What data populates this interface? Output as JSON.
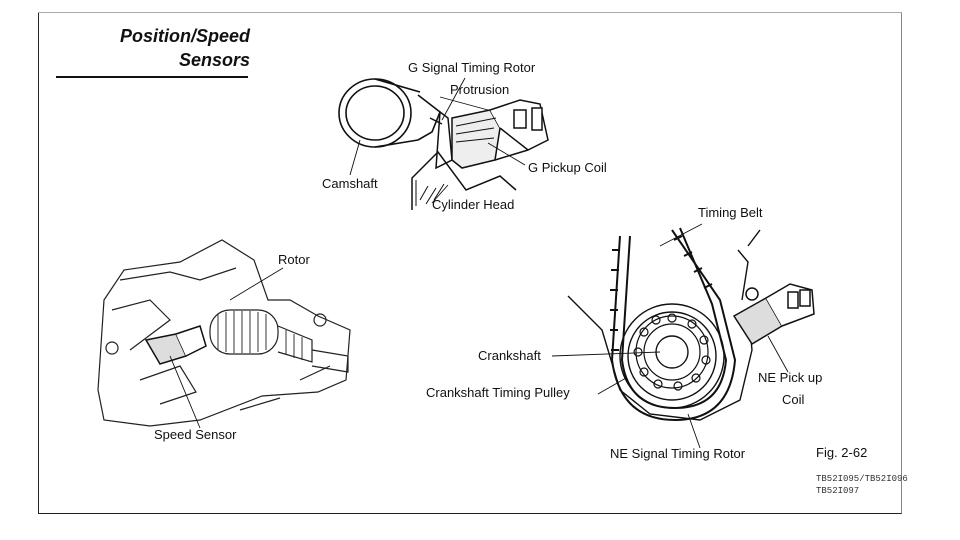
{
  "title": {
    "line1": "Position/Speed",
    "line2": "Sensors"
  },
  "labels": {
    "g_signal_timing_rotor": "G Signal Timing Rotor",
    "protrusion": "Protrusion",
    "g_pickup_coil": "G Pickup Coil",
    "camshaft": "Camshaft",
    "cylinder_head": "Cylinder Head",
    "rotor": "Rotor",
    "speed_sensor": "Speed Sensor",
    "timing_belt": "Timing Belt",
    "crankshaft": "Crankshaft",
    "crankshaft_timing_pulley": "Crankshaft Timing Pulley",
    "ne_pickup_coil_line1": "NE Pick up",
    "ne_pickup_coil_line2": "Coil",
    "ne_signal_timing_rotor": "NE Signal Timing Rotor"
  },
  "figure": {
    "number": "Fig. 2-62",
    "codes_line1": "TB52I095/TB52I096",
    "codes_line2": "TB52I097"
  }
}
